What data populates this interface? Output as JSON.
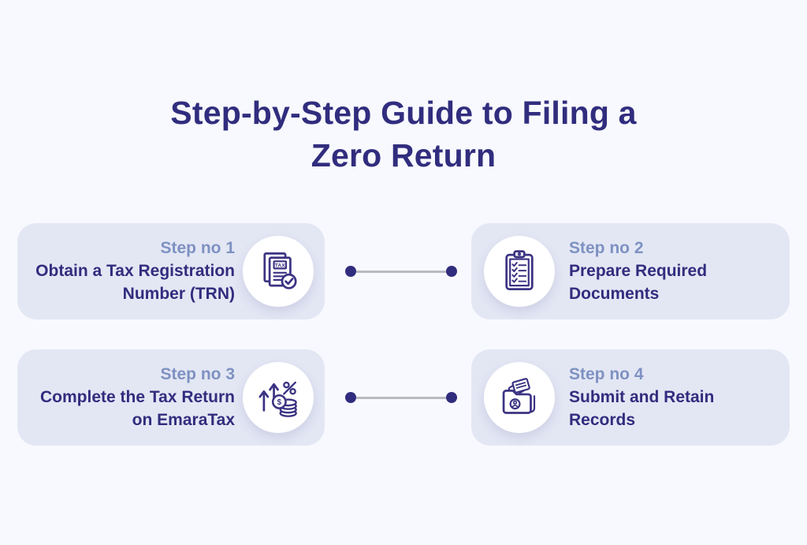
{
  "page": {
    "title_lines": [
      "Step-by-Step Guide to Filing a",
      "Zero Return"
    ]
  },
  "steps": [
    {
      "label": "Step no 1",
      "title": "Obtain a Tax Registration Number (TRN)",
      "icon": "tax-documents-icon"
    },
    {
      "label": "Step no 2",
      "title": "Prepare Required Documents",
      "icon": "checklist-clipboard-icon"
    },
    {
      "label": "Step no 3",
      "title": "Complete the Tax Return on EmaraTax",
      "icon": "growth-coins-icon"
    },
    {
      "label": "Step no 4",
      "title": "Submit and Retain Records",
      "icon": "folder-records-icon"
    }
  ],
  "icon_text": {
    "tax": "TAX",
    "dollar": "$"
  },
  "colors": {
    "background": "#f8f9fe",
    "card": "#e3e7f4",
    "heading": "#312d7e",
    "step_label": "#7e91c2",
    "step_title": "#312d7e",
    "icon_stroke": "#3b3383",
    "icon_circle": "#ffffff",
    "connector_dot": "#312d7e",
    "connector_line": "#b9b9c1"
  }
}
